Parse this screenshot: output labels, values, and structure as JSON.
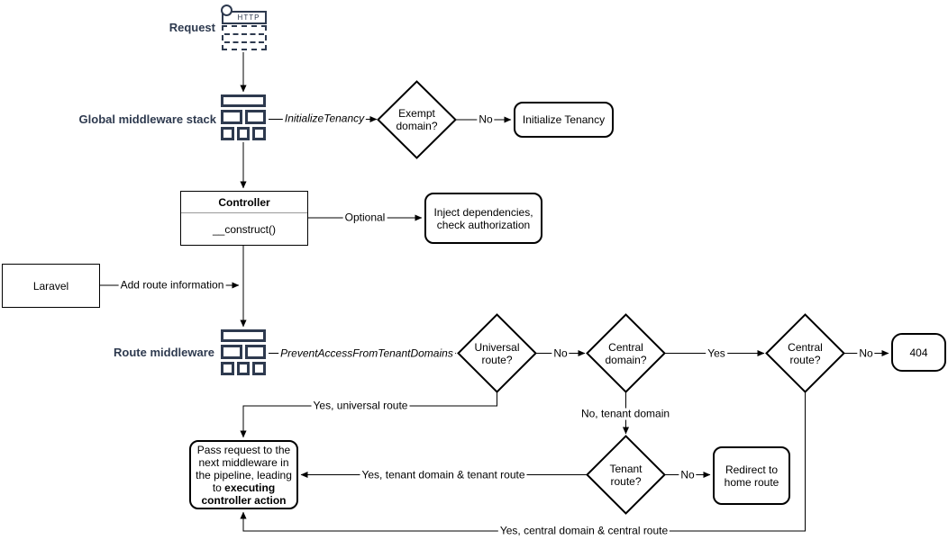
{
  "colors": {
    "navy": "#2e3a4f",
    "stroke": "#000000",
    "divider": "#999999"
  },
  "labels": {
    "request": "Request",
    "global_middleware": "Global middleware stack",
    "route_middleware": "Route middleware"
  },
  "icons": {
    "http_request": "HTTP"
  },
  "nodes": {
    "exempt_domain": "Exempt\ndomain?",
    "initialize_tenancy": "Initialize Tenancy",
    "controller_title": "Controller",
    "controller_method": "__construct()",
    "inject_dependencies": "Inject dependencies,\ncheck authorization",
    "laravel": "Laravel",
    "universal_route": "Universal\nroute?",
    "central_domain": "Central\ndomain?",
    "central_route": "Central\nroute?",
    "not_found": "404",
    "tenant_route": "Tenant\nroute?",
    "redirect_home": "Redirect to\nhome route",
    "pass_request_normal": "Pass request to the next middleware in the pipeline, leading to ",
    "pass_request_bold": "executing controller action"
  },
  "edges": {
    "initialize_tenancy_mw": "InitializeTenancy",
    "prevent_access_mw": "PreventAccessFromTenantDomains",
    "no_exempt": "No",
    "optional": "Optional",
    "add_route_information": "Add route information",
    "no_universal": "No",
    "yes_central_domain": "Yes",
    "no_central_route": "No",
    "yes_universal_route": "Yes, universal route",
    "no_tenant_domain": "No, tenant domain",
    "yes_tenant_route": "Yes, tenant domain & tenant route",
    "no_tenant_route": "No",
    "yes_central_route": "Yes, central domain & central route"
  }
}
